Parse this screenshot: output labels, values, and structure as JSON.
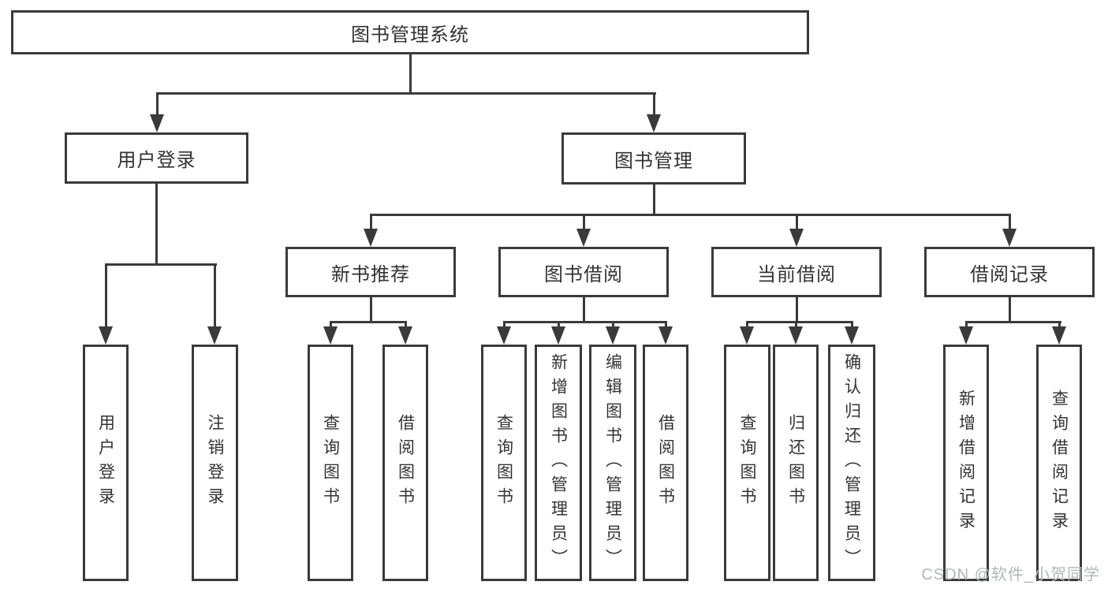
{
  "tree": {
    "root": {
      "label": "图书管理系统"
    },
    "branches": [
      {
        "label": "用户登录",
        "children": [
          {
            "label": "用户登录"
          },
          {
            "label": "注销登录"
          }
        ]
      },
      {
        "label": "图书管理",
        "children": [
          {
            "label": "新书推荐",
            "children": [
              {
                "label": "查询图书"
              },
              {
                "label": "借阅图书"
              }
            ]
          },
          {
            "label": "图书借阅",
            "children": [
              {
                "label": "查询图书"
              },
              {
                "label": "新增图书（管理员）"
              },
              {
                "label": "编辑图书（管理员）"
              },
              {
                "label": "借阅图书"
              }
            ]
          },
          {
            "label": "当前借阅",
            "children": [
              {
                "label": "查询图书"
              },
              {
                "label": "归还图书"
              },
              {
                "label": "确认归还（管理员）"
              }
            ]
          },
          {
            "label": "借阅记录",
            "children": [
              {
                "label": "新增借阅记录"
              },
              {
                "label": "查询借阅记录"
              }
            ]
          }
        ]
      }
    ]
  },
  "watermark": {
    "text": "CSDN @软件_小贺同学"
  },
  "colors": {
    "line": "#3a3a3a",
    "text": "#333333",
    "watermark": "#b3b6ba",
    "background": "#ffffff"
  }
}
